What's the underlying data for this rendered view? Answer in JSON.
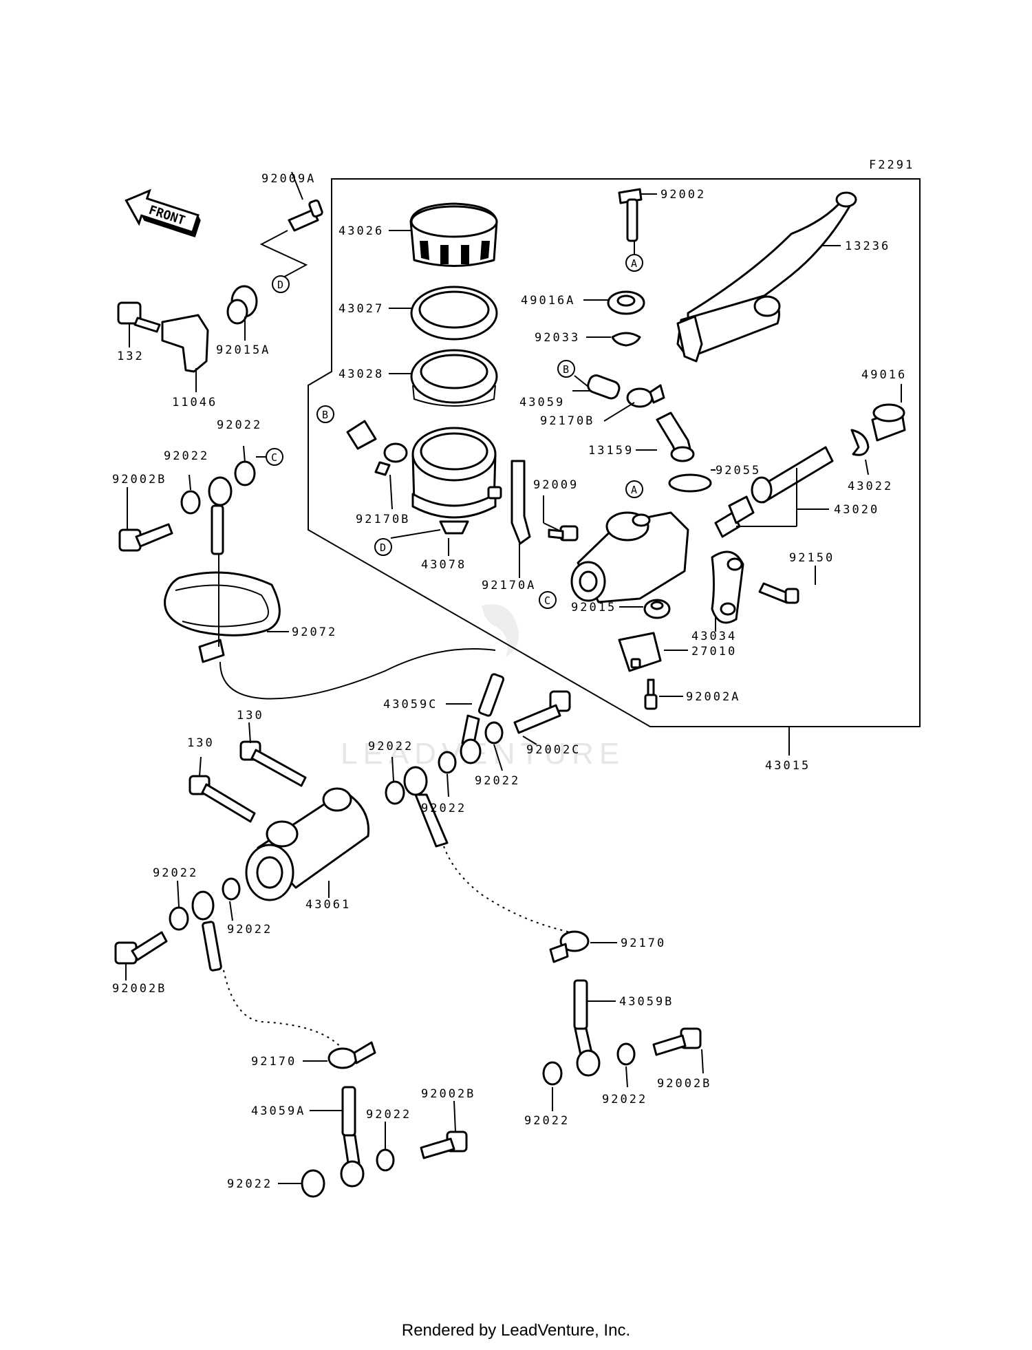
{
  "figure_code": "F2291",
  "front_label": "FRONT",
  "parts": {
    "p92009A": "92009A",
    "p132": "132",
    "p92015A": "92015A",
    "p11046": "11046",
    "p92022_a": "92022",
    "p92022_b": "92022",
    "p92002B_a": "92002B",
    "p92072": "92072",
    "p130_a": "130",
    "p130_b": "130",
    "p43061": "43061",
    "p92022_c": "92022",
    "p92022_d": "92022",
    "p92002B_b": "92002B",
    "p92170_a": "92170",
    "p43059A": "43059A",
    "p92022_e": "92022",
    "p92002B_c": "92002B",
    "p92022_f": "92022",
    "p43026": "43026",
    "p43027": "43027",
    "p43028": "43028",
    "p92170B_a": "92170B",
    "p43078": "43078",
    "p92170A": "92170A",
    "p92009": "92009",
    "p92002": "92002",
    "p13236": "13236",
    "p49016A": "49016A",
    "p92033": "92033",
    "p43059": "43059",
    "p92170B_b": "92170B",
    "p13159": "13159",
    "p92055": "92055",
    "p49016": "49016",
    "p43022": "43022",
    "p43020": "43020",
    "p92150": "92150",
    "p92015": "92015",
    "p43034": "43034",
    "p27010": "27010",
    "p92002A": "92002A",
    "p43015": "43015",
    "p43059C": "43059C",
    "p92002C": "92002C",
    "p92022_g": "92022",
    "p92022_h": "92022",
    "p92022_i": "92022",
    "p92170_b": "92170",
    "p43059B": "43059B",
    "p92022_j": "92022",
    "p92022_k": "92022",
    "p92002B_d": "92002B"
  },
  "refs": {
    "A": "A",
    "B": "B",
    "C": "C",
    "D": "D"
  },
  "watermark": "LEADVENTURE",
  "footer": "Rendered by LeadVenture, Inc."
}
